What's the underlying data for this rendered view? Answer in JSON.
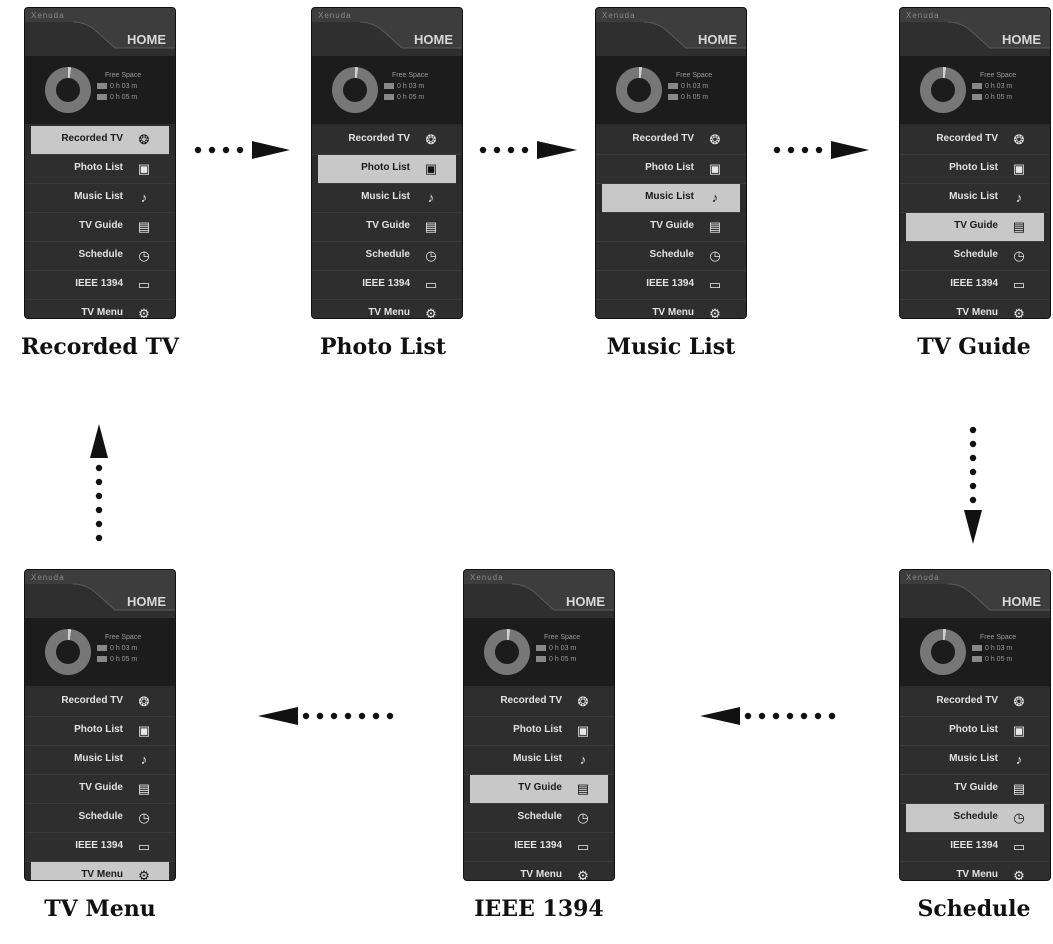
{
  "panel": {
    "brand": "Xenuda",
    "home": "HOME",
    "free_space_label": "Free Space",
    "disk_lines": [
      "0 h 03 m",
      "0 h 05 m"
    ],
    "menu": [
      "Recorded TV",
      "Photo List",
      "Music List",
      "TV Guide",
      "Schedule",
      "IEEE 1394",
      "TV Menu"
    ],
    "menu_icons": [
      "reel-icon",
      "photo-icon",
      "music-note-icon",
      "tv-guide-icon",
      "clock-icon",
      "ieee-1394-icon",
      "gear-icon"
    ]
  },
  "steps": [
    {
      "caption": "Recorded TV",
      "selected": 0
    },
    {
      "caption": "Photo List",
      "selected": 1
    },
    {
      "caption": "Music List",
      "selected": 2
    },
    {
      "caption": "TV Guide",
      "selected": 3
    },
    {
      "caption": "Schedule",
      "selected": 4
    },
    {
      "caption": "IEEE 1394",
      "selected": 3
    },
    {
      "caption": "TV Menu",
      "selected": 6
    }
  ]
}
